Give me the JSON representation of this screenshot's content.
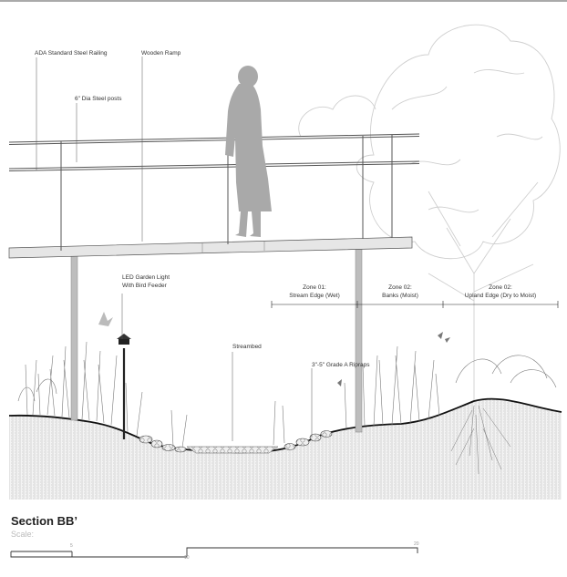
{
  "section": {
    "title": "Section BB’",
    "scale_label": "Scale:",
    "scale_ticks": [
      "5",
      "10",
      "20"
    ]
  },
  "labels": {
    "railing": "ADA Standard Steel Railing",
    "ramp": "Wooden Ramp",
    "posts": "6\" Dia Steel posts",
    "light_line1": "LED Garden Light",
    "light_line2": "With Bird Feeder",
    "streambed": "Streambed",
    "riprap": "3\"-5\" Grade A Ripraps",
    "zone1_line1": "Zone 01:",
    "zone1_line2": "Stream Edge (Wet)",
    "zone2_line1": "Zone 02:",
    "zone2_line2": "Banks (Moist)",
    "zone3_line1": "Zone 02:",
    "zone3_line2": "Upland Edge (Dry to Moist)"
  },
  "colors": {
    "ink": "#222222",
    "leader": "#555555",
    "person": "#a9a9a9",
    "vegetation": "#888888",
    "tree": "#c8c8c8",
    "soil": "#d9d9d9"
  }
}
